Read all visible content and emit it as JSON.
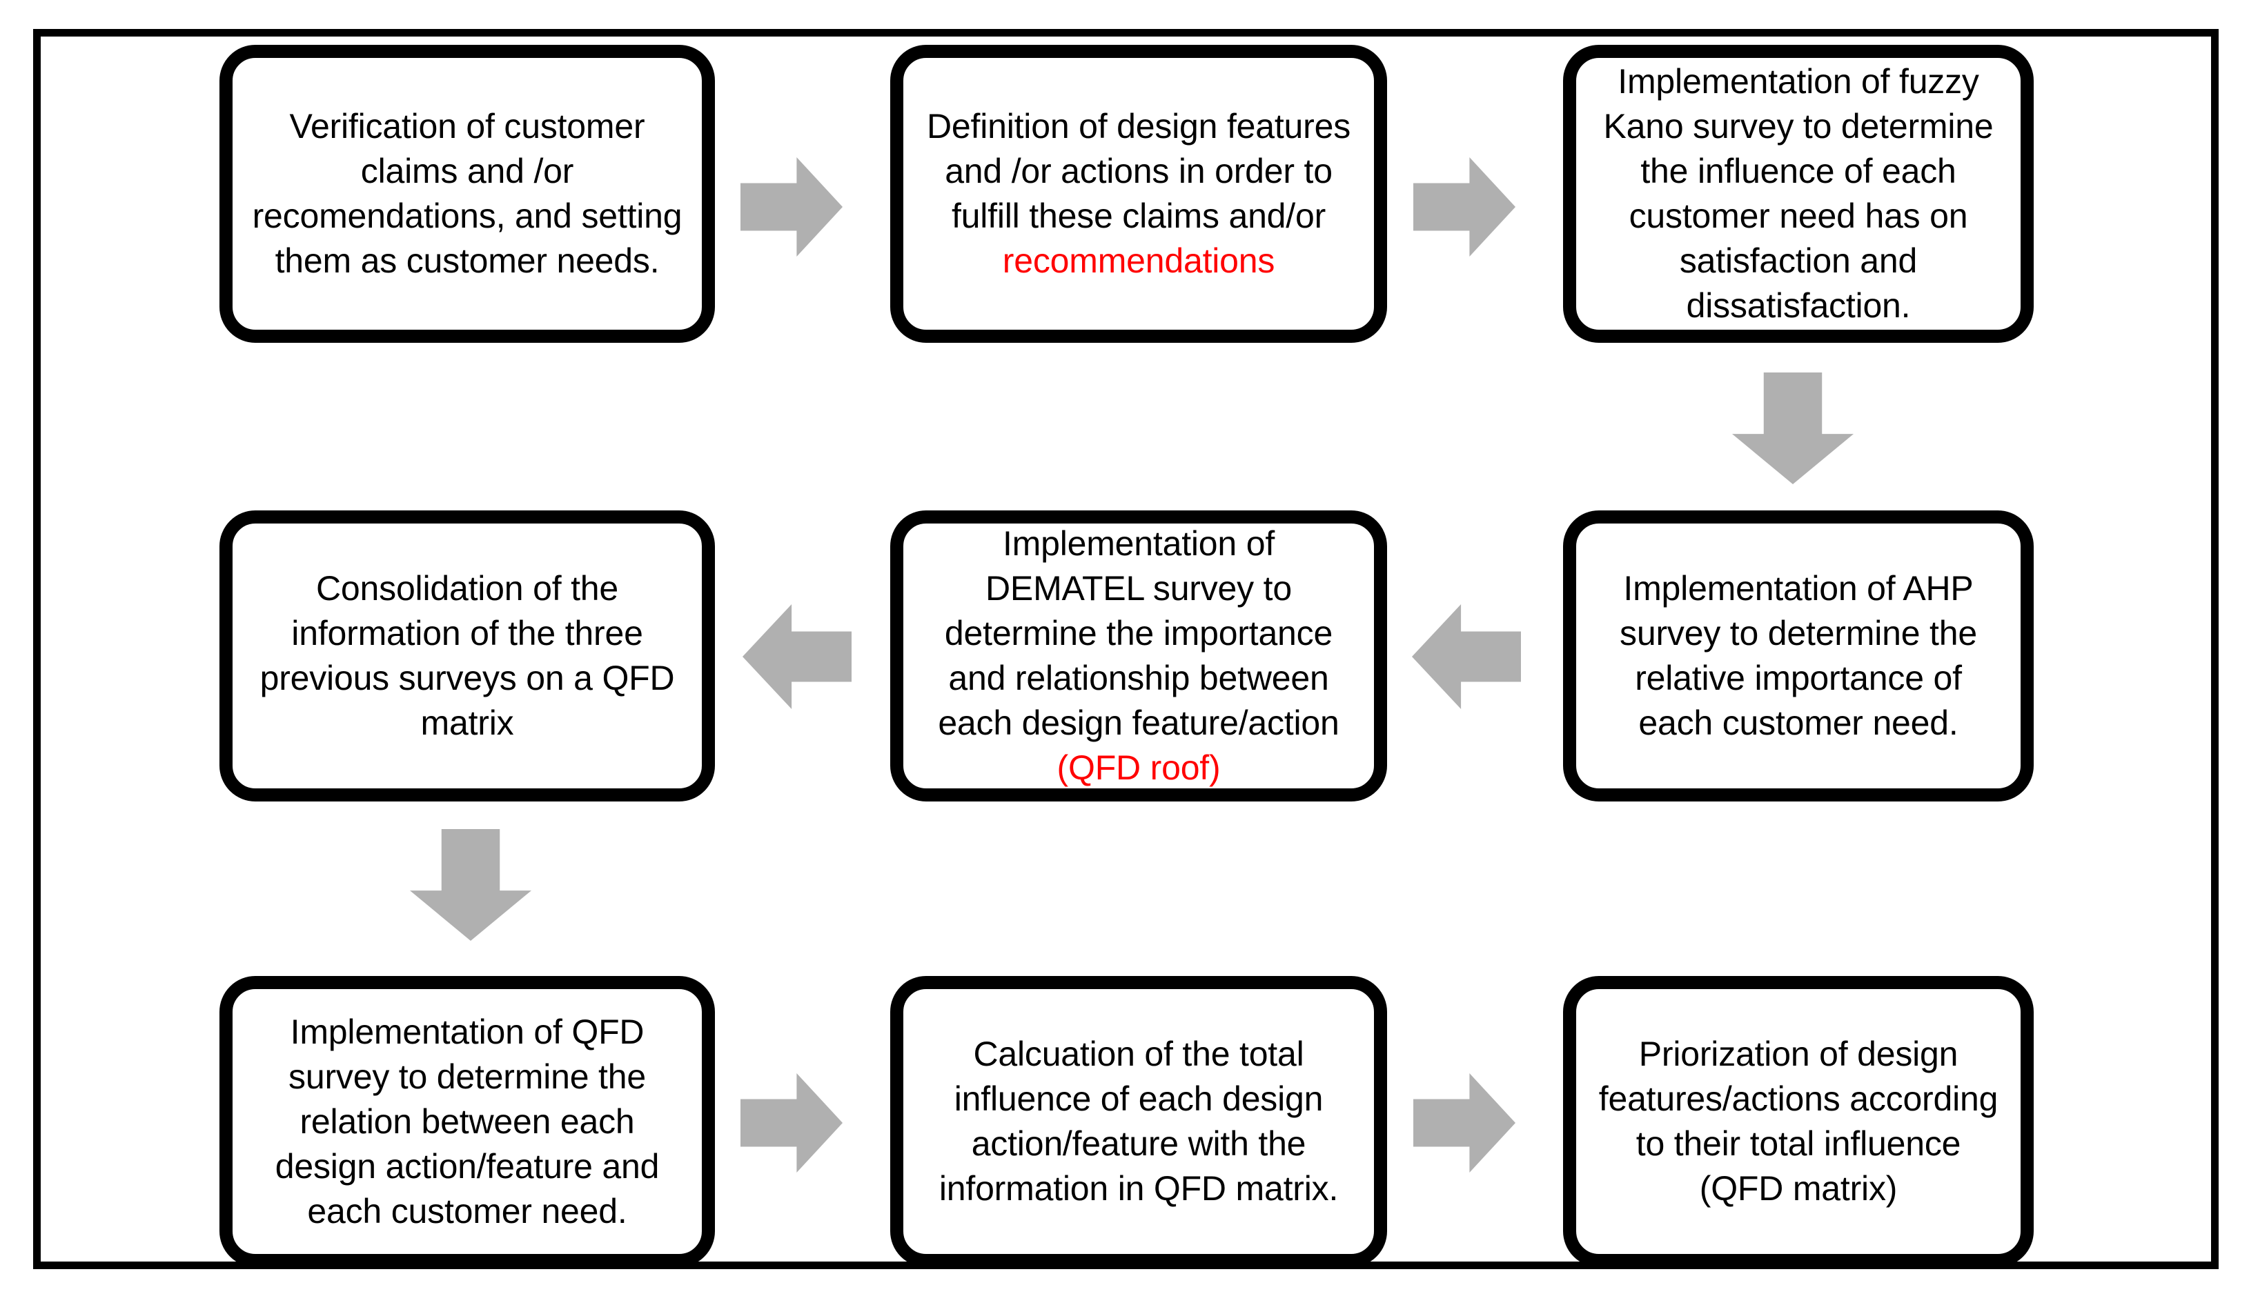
{
  "diagram": {
    "title": "QFD methodology flowchart",
    "frame_border_color": "#000000",
    "box_border_color": "#000000",
    "box_fill_color": "#ffffff",
    "arrow_color": "#b0b0b0",
    "highlight_color": "#ff0000",
    "nodes": [
      {
        "id": "node-1",
        "position": "row1-col1",
        "text_plain": "Verification of customer claims and /or recomendations, and setting them as customer needs.",
        "segments": [
          {
            "text": "Verification of customer claims and /or recomendations, and setting them as customer needs.",
            "color": "black"
          }
        ]
      },
      {
        "id": "node-2",
        "position": "row1-col2",
        "text_plain": "Definition of design features and /or actions in order to fulfill these claims and/or recommendations",
        "segments": [
          {
            "text": "Definition of design features and /or actions in order to fulfill these claims and/or ",
            "color": "black"
          },
          {
            "text": "recommendations",
            "color": "red"
          }
        ]
      },
      {
        "id": "node-3",
        "position": "row1-col3",
        "text_plain": "Implementation of fuzzy Kano survey to determine the influence of each customer need has on satisfaction and dissatisfaction.",
        "segments": [
          {
            "text": "Implementation of fuzzy Kano survey to determine the influence of each customer need has on satisfaction and dissatisfaction.",
            "color": "black"
          }
        ]
      },
      {
        "id": "node-4",
        "position": "row2-col3",
        "text_plain": "Implementation of AHP survey to determine the relative importance of each customer need.",
        "segments": [
          {
            "text": "Implementation of AHP survey to determine the relative importance of each customer need.",
            "color": "black"
          }
        ]
      },
      {
        "id": "node-5",
        "position": "row2-col2",
        "text_plain": "Implementation of DEMATEL survey to determine the importance and relationship between each design feature/action (QFD roof)",
        "segments": [
          {
            "text": "Implementation of DEMATEL survey to determine the importance and relationship between each design feature/action ",
            "color": "black"
          },
          {
            "text": "(QFD roof)",
            "color": "red"
          }
        ]
      },
      {
        "id": "node-6",
        "position": "row2-col1",
        "text_plain": "Consolidation of the information of the three previous surveys on a QFD matrix",
        "segments": [
          {
            "text": "Consolidation of the information of the three previous surveys on a QFD matrix",
            "color": "black"
          }
        ]
      },
      {
        "id": "node-7",
        "position": "row3-col1",
        "text_plain": "Implementation of QFD survey to determine the relation between each design action/feature and each customer need.",
        "segments": [
          {
            "text": "Implementation of QFD survey to determine the relation between each design action/feature and each customer need.",
            "color": "black"
          }
        ]
      },
      {
        "id": "node-8",
        "position": "row3-col2",
        "text_plain": "Calcuation of the total influence of each design action/feature with the information in QFD matrix.",
        "segments": [
          {
            "text": "Calcuation of the total influence of each design action/feature with the information in QFD matrix.",
            "color": "black"
          }
        ]
      },
      {
        "id": "node-9",
        "position": "row3-col3",
        "text_plain": "Priorization of design features/actions according to their total influence (QFD matrix)",
        "segments": [
          {
            "text": "Priorization of design features/actions according to their total influence (QFD matrix)",
            "color": "black"
          }
        ]
      }
    ],
    "connectors": [
      {
        "id": "arrow-1",
        "from": "node-1",
        "to": "node-2",
        "direction": "right"
      },
      {
        "id": "arrow-2",
        "from": "node-2",
        "to": "node-3",
        "direction": "right"
      },
      {
        "id": "arrow-3",
        "from": "node-3",
        "to": "node-4",
        "direction": "down"
      },
      {
        "id": "arrow-4",
        "from": "node-4",
        "to": "node-5",
        "direction": "left"
      },
      {
        "id": "arrow-5",
        "from": "node-5",
        "to": "node-6",
        "direction": "left"
      },
      {
        "id": "arrow-6",
        "from": "node-6",
        "to": "node-7",
        "direction": "down"
      },
      {
        "id": "arrow-7",
        "from": "node-7",
        "to": "node-8",
        "direction": "right"
      },
      {
        "id": "arrow-8",
        "from": "node-8",
        "to": "node-9",
        "direction": "right"
      }
    ]
  }
}
